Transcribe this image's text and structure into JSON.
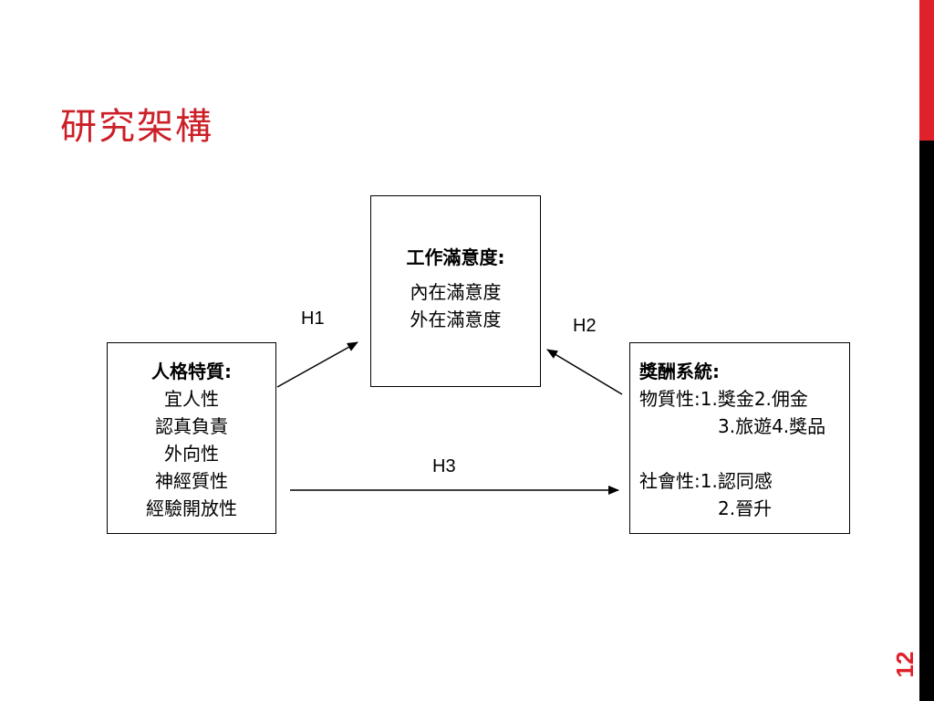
{
  "slide": {
    "title": "研究架構",
    "page_number": "12"
  },
  "diagram": {
    "satisfaction": {
      "title": "工作滿意度:",
      "items": [
        "內在滿意度",
        "外在滿意度"
      ]
    },
    "personality": {
      "title": "人格特質:",
      "items": [
        "宜人性",
        "認真負責",
        "外向性",
        "神經質性",
        "經驗開放性"
      ]
    },
    "reward": {
      "title": "獎酬系統:",
      "material_line1": "物質性:1.獎金2.佣金",
      "material_line2": "3.旅遊4.獎品",
      "social_line1": "社會性:1.認同感",
      "social_line2": "2.晉升"
    },
    "hypotheses": {
      "h1": "H1",
      "h2": "H2",
      "h3": "H3"
    }
  },
  "colors": {
    "accent_red": "#e0202a",
    "title_red": "#cc2028",
    "bar_black": "#000000"
  }
}
